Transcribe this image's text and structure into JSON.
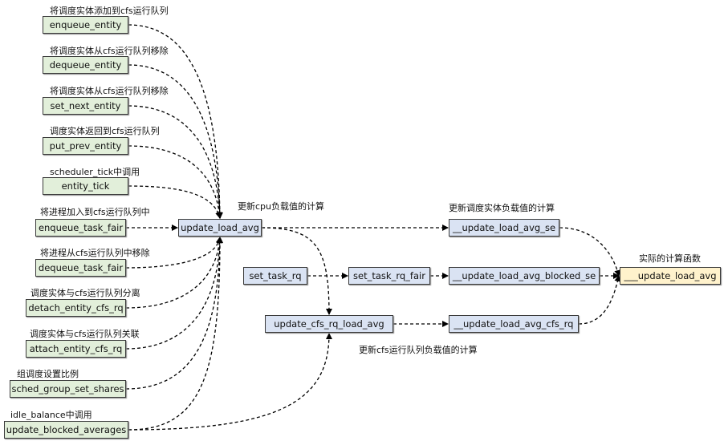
{
  "callers": [
    {
      "name": "enqueue_entity",
      "note": "将调度实体添加到cfs运行队列"
    },
    {
      "name": "dequeue_entity",
      "note": "将调度实体从cfs运行队列移除"
    },
    {
      "name": "set_next_entity",
      "note": "将调度实体从cfs运行队列移除"
    },
    {
      "name": "put_prev_entity",
      "note": "调度实体返回到cfs运行队列"
    },
    {
      "name": "entity_tick",
      "note": "scheduler_tick中调用"
    },
    {
      "name": "enqueue_task_fair",
      "note": "将进程加入到cfs运行队列中"
    },
    {
      "name": "dequeue_task_fair",
      "note": "将进程从cfs运行队列中移除"
    },
    {
      "name": "detach_entity_cfs_rq",
      "note": "调度实体与cfs运行队列分离"
    },
    {
      "name": "attach_entity_cfs_rq",
      "note": "调度实体与cfs运行队列关联"
    },
    {
      "name": "sched_group_set_shares",
      "note": "组调度设置比例"
    },
    {
      "name": "update_blocked_averages",
      "note": "idle_balance中调用"
    }
  ],
  "nodes": {
    "update_load_avg": "update_load_avg",
    "set_task_rq": "set_task_rq",
    "set_task_rq_fair": "set_task_rq_fair",
    "update_cfs_rq_load_avg": "update_cfs_rq_load_avg",
    "update_load_avg_se": "__update_load_avg_se",
    "update_load_avg_blocked_se": "__update_load_avg_blocked_se",
    "update_load_avg_cfs_rq": "__update_load_avg_cfs_rq",
    "core": "___update_load_avg"
  },
  "notes": {
    "cpu": "更新cpu负载值的计算",
    "se": "更新调度实体负载值的计算",
    "core": "实际的计算函数",
    "cfs_rq": "更新cfs运行队列负载值的计算"
  },
  "colors": {
    "caller_fill": "#e2efda",
    "node_fill": "#dae3f3",
    "core_fill": "#fff2cc",
    "border": "#3a3a3a"
  }
}
